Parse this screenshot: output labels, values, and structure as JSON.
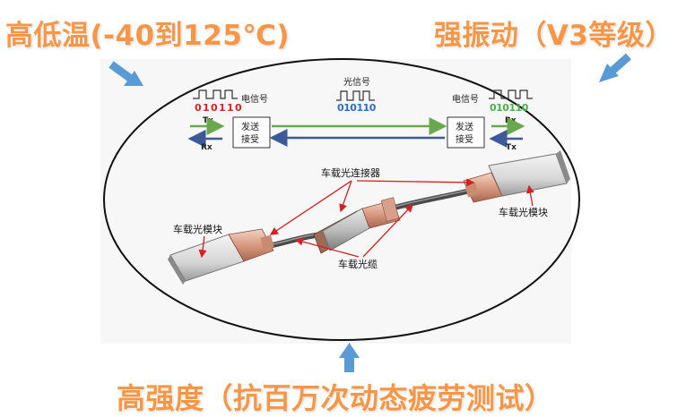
{
  "headings": {
    "temperature": "高低温(-40到125℃)",
    "vibration": "强振动（V3等级）",
    "strength": "高强度（抗百万次动态疲劳测试）"
  },
  "signal": {
    "left_label": "电信号",
    "left_bits": [
      "0",
      "1",
      "0",
      "1",
      "1",
      "0"
    ],
    "center_label": "光信号",
    "center_bits": "010110",
    "right_label": "电信号",
    "right_bits": "010110",
    "tx": "Tx",
    "rx": "Rx",
    "transceiver_line1": "发送",
    "transceiver_line2": "接受"
  },
  "labels": {
    "connector": "车载光连接器",
    "module_left": "车载光模块",
    "module_right": "车载光模块",
    "cable": "车载光缆"
  },
  "colors": {
    "accent_orange": "#f79646",
    "arrow_blue": "#5b9bd5",
    "tx_green": "#6aa84f",
    "rx_blue": "#3d5a98",
    "bit_red": "#e02020",
    "bit_blue": "#2e6bd1",
    "bit_green": "#4caf50",
    "callout_red": "#d42020"
  }
}
